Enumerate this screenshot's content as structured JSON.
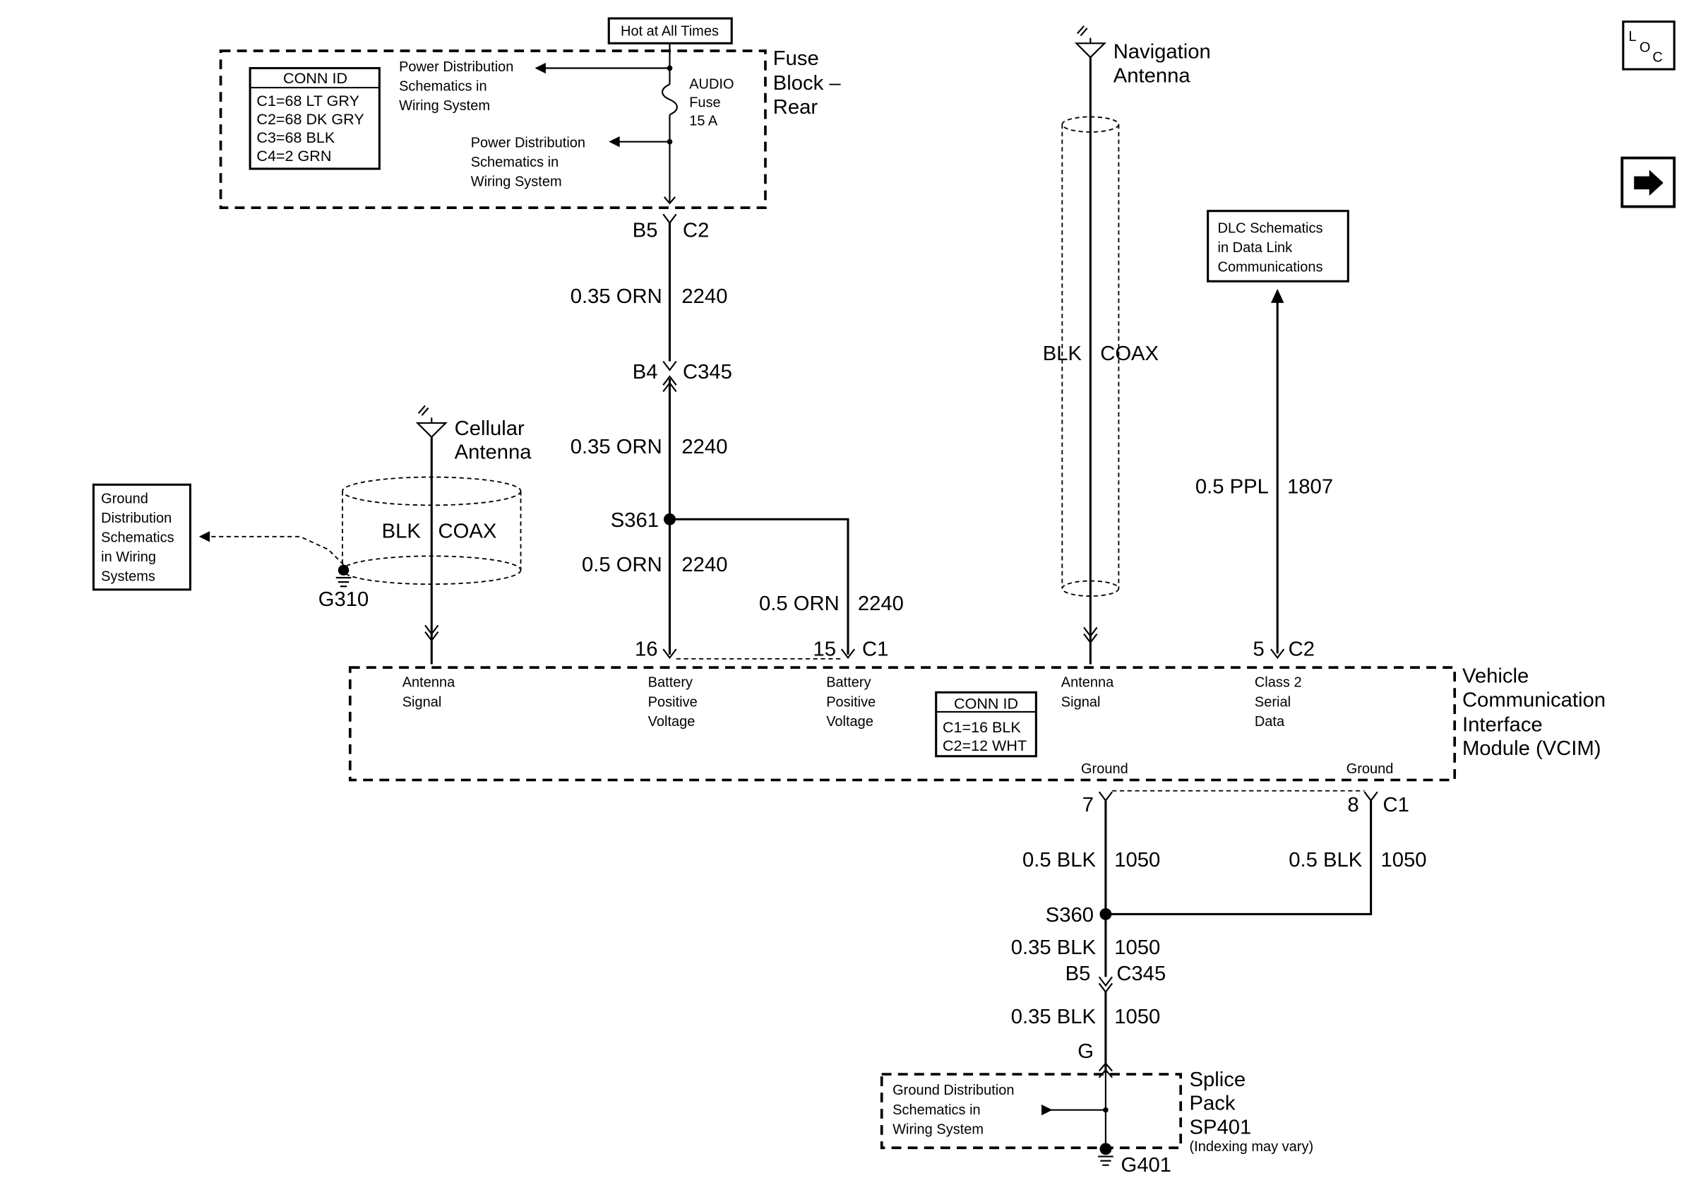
{
  "fuse_block": {
    "hot_label": "Hot at All Times",
    "title_lines": [
      "Fuse",
      "Block –",
      "Rear"
    ],
    "conn_id": {
      "title": "CONN ID",
      "lines": [
        "C1=68 LT GRY",
        "C2=68 DK GRY",
        "C3=68 BLK",
        "C4=2 GRN"
      ]
    },
    "power_dist_1": [
      "Power Distribution",
      "Schematics in",
      "Wiring System"
    ],
    "power_dist_2": [
      "Power Distribution",
      "Schematics in",
      "Wiring System"
    ],
    "fuse_lines": [
      "AUDIO",
      "Fuse",
      "15 A"
    ]
  },
  "conn_fuse_out": {
    "pin": "B5",
    "conn": "C2"
  },
  "wire_2240_a": {
    "size": "0.35 ORN",
    "circuit": "2240"
  },
  "conn_c345_top": {
    "pin": "B4",
    "conn": "C345"
  },
  "wire_2240_b": {
    "size": "0.35 ORN",
    "circuit": "2240"
  },
  "splice_s361": "S361",
  "wire_2240_c": {
    "size": "0.5 ORN",
    "circuit": "2240"
  },
  "wire_2240_d": {
    "size": "0.5 ORN",
    "circuit": "2240"
  },
  "cellular": {
    "antenna_lines": [
      "Cellular",
      "Antenna"
    ],
    "cable_color": "BLK",
    "cable_type": "COAX",
    "ground_id": "G310"
  },
  "ground_dist_left": [
    "Ground",
    "Distribution",
    "Schematics",
    "in Wiring",
    "Systems"
  ],
  "navigation": {
    "antenna_lines": [
      "Navigation",
      "Antenna"
    ],
    "cable_color": "BLK",
    "cable_type": "COAX"
  },
  "dlc_box": [
    "DLC Schematics",
    "in Data Link",
    "Communications"
  ],
  "wire_1807": {
    "size": "0.5 PPL",
    "circuit": "1807"
  },
  "vcim": {
    "title_lines": [
      "Vehicle",
      "Communication",
      "Interface",
      "Module (VCIM)"
    ],
    "pin_16": "16",
    "pin_15": "15",
    "conn_c1": "C1",
    "pin_5": "5",
    "conn_c2": "C2",
    "antenna_signal_1": [
      "Antenna",
      "Signal"
    ],
    "battery_pos_1": [
      "Battery",
      "Positive",
      "Voltage"
    ],
    "battery_pos_2": [
      "Battery",
      "Positive",
      "Voltage"
    ],
    "antenna_signal_2": [
      "Antenna",
      "Signal"
    ],
    "class2": [
      "Class 2",
      "Serial",
      "Data"
    ],
    "conn_id": {
      "title": "CONN ID",
      "lines": [
        "C1=16 BLK",
        "C2=12 WHT"
      ]
    },
    "ground_1": "Ground",
    "ground_2": "Ground",
    "pin_7": "7",
    "pin_8": "8",
    "conn_c1_bottom": "C1"
  },
  "wire_1050_a": {
    "size": "0.5 BLK",
    "circuit": "1050"
  },
  "wire_1050_b": {
    "size": "0.5 BLK",
    "circuit": "1050"
  },
  "splice_s360": "S360",
  "wire_1050_c": {
    "size": "0.35 BLK",
    "circuit": "1050"
  },
  "conn_c345_bottom": {
    "pin": "B5",
    "conn": "C345"
  },
  "wire_1050_d": {
    "size": "0.35 BLK",
    "circuit": "1050"
  },
  "splice_pack": {
    "pin": "G",
    "title_lines": [
      "Splice",
      "Pack",
      "SP401"
    ],
    "note": "(Indexing may vary)",
    "ground_dist": [
      "Ground Distribution",
      "Schematics in",
      "Wiring System"
    ],
    "ground_id": "G401"
  },
  "nav_buttons": {
    "loc_icon": "loc-icon",
    "next_icon": "arrow-right-icon"
  }
}
